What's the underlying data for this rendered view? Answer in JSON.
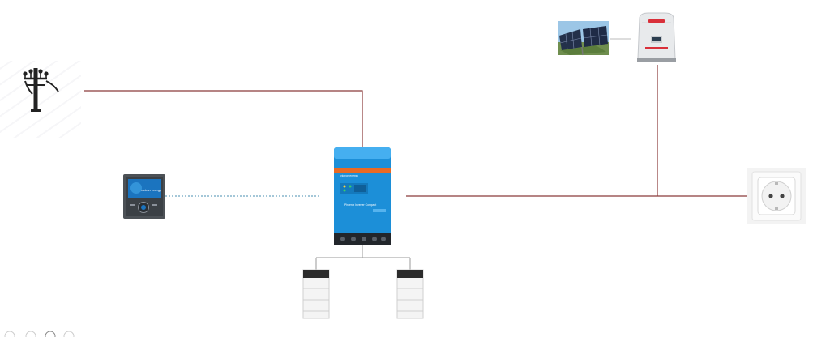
{
  "diagram": {
    "inverter": {
      "brand": "victron energy",
      "model": "Phoenix Inverter Compact",
      "color": "#1c8fd8"
    },
    "gx_display": {
      "brand": "victron energy",
      "color": "#1b74bf"
    },
    "pv_inverter": {
      "color": "#e8eaec",
      "accent": "#d9303a"
    },
    "colors": {
      "ac_wire": "#8a3a3a",
      "comm_wire": "#4a8fb0",
      "dc_wire": "#9a9a9a"
    }
  }
}
